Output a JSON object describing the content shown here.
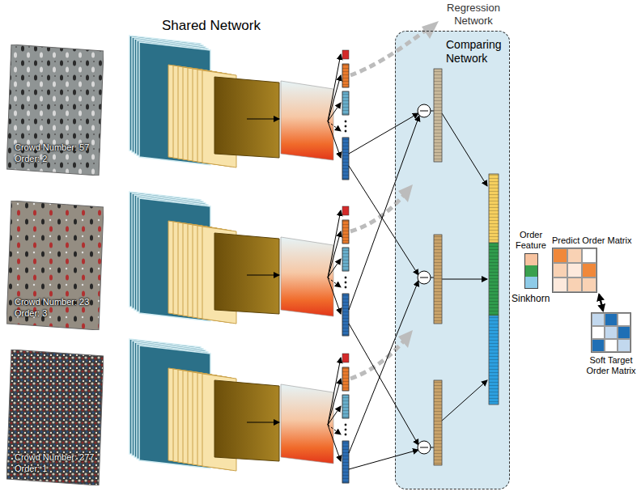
{
  "diagram": {
    "nodes": [
      {
        "text": [
          "Crowd Number: 57",
          "Order: 2"
        ]
      },
      {
        "text": [
          "Crowd Number: 23",
          "Order: 3"
        ]
      },
      {
        "text": [
          "Crowd Number: 277",
          "Order: 1"
        ]
      },
      {
        "text": [
          "Comparing Network"
        ]
      },
      {
        "text": [
          "Order Feature"
        ]
      },
      {
        "text": [
          "Predict Order Matrix"
        ]
      },
      {
        "text": [
          "Soft Target Order Matrix"
        ]
      }
    ],
    "edges": [
      {
        "from": 5,
        "to": 6,
        "arrow": "both"
      }
    ],
    "labels": [
      "Regression Network",
      "Shared Network",
      "Sinkhorn"
    ]
  }
}
